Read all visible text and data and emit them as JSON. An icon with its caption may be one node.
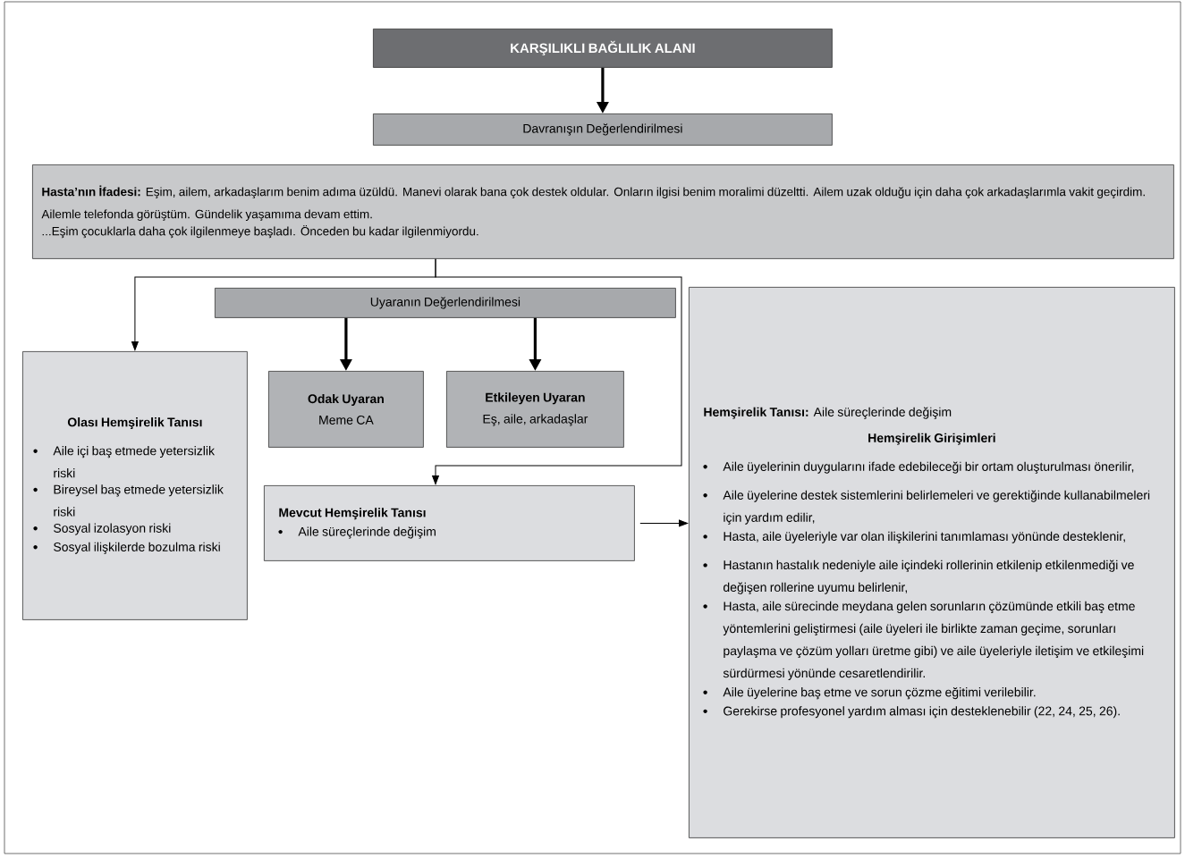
{
  "diagram": {
    "nodes": [
      {
        "text": [
          "KARŞILIKLI BAĞLILIK ALANI"
        ]
      },
      {
        "text": [
          "Davranışın Değerlendirilmesi"
        ]
      },
      {
        "text": [
          "**Hasta’nın İfadesi:** Eşim, ailem, arkadaşlarım benim adıma üzüldü. Manevi olarak bana çok destek oldular. Onların ilgisi benim moralimi düzeltti. Ailem uzak olduğu için daha çok arkadaşlarımla vakit geçirdim. Ailemle telefonda görüştüm. Gündelik yaşamıma devam ettim.",
          "...Eşim çocuklarla daha çok ilgilenmeye başladı. Önceden bu kadar ilgilenmiyordu."
        ]
      },
      {
        "text": [
          "Uyaranın Değerlendirilmesi"
        ]
      },
      {
        "text": [
          "Olası Hemşirelik Tanısı",
          "Aile içi baş etmede yetersizlik riski",
          "Bireysel baş etmede yetersizlik riski",
          "Sosyal izolasyon riski",
          "Sosyal ilişkilerde bozulma riski"
        ]
      },
      {
        "text": [
          "Odak Uyaran",
          "Meme CA"
        ]
      },
      {
        "text": [
          "Etkileyen Uyaran",
          "Eş, aile, arkadaşlar"
        ]
      },
      {
        "text": [
          "Mevcut Hemşirelik Tanısı",
          "Aile süreçlerinde değişim"
        ]
      },
      {
        "text": [
          "**Hemşirelik Tanısı:** Aile süreçlerinde değişim",
          "Hemşirelik Girişimleri",
          "Aile üyelerinin duygularını ifade edebileceği bir ortam oluşturulması önerilir,",
          "Aile üyelerine destek sistemlerini belirlemeleri ve gerektiğinde kullanabilmeleri için yardım edilir,",
          "Hasta, aile üyeleriyle var olan ilişkilerini tanımlaması yönünde desteklenir,",
          "Hastanın hastalık nedeniyle aile içindeki rollerinin etkilenip etkilenmediği ve değişen rollerine uyumu belirlenir,",
          "Hasta, aile sürecinde meydana gelen sorunların çözümünde etkili baş etme yöntemlerini geliştirmesi (aile üyeleri ile birlikte zaman geçime, sorunları paylaşma ve çözüm yolları üretme gibi) ve aile üyeleriyle iletişim ve etkileşimi sürdürmesi yönünde cesaretlendirilir.",
          "Aile üyelerine baş etme ve sorun çözme eğitimi verilebilir.",
          "Gerekirse profesyonel yardım alması için desteklenebilir (22, 24, 25, 26)."
        ]
      }
    ],
    "edges": [
      {
        "from": 0,
        "to": 1,
        "arrow": "to",
        "style": "thick"
      },
      {
        "from": 2,
        "to": 4,
        "arrow": "to"
      },
      {
        "from": 2,
        "to": 7,
        "arrow": "to"
      },
      {
        "from": 3,
        "to": 5,
        "arrow": "to",
        "style": "thick"
      },
      {
        "from": 3,
        "to": 6,
        "arrow": "to",
        "style": "thick"
      },
      {
        "from": 7,
        "to": 8,
        "arrow": "to"
      }
    ]
  }
}
